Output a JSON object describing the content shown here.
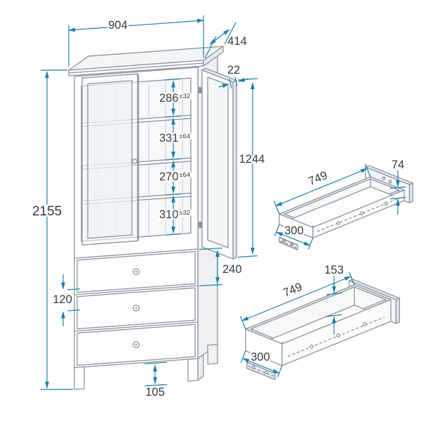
{
  "colors": {
    "dimension": "#1d7fae",
    "outline": "#8a949b",
    "text": "#323a40"
  },
  "drawing": {
    "cabinet": {
      "width": "904",
      "depth": "414",
      "door_thickness": "22",
      "door_height": "1244",
      "total_height": "2155",
      "shelf_gaps": [
        {
          "value": "286",
          "tolerance": "±32"
        },
        {
          "value": "331",
          "tolerance": "±64"
        },
        {
          "value": "270",
          "tolerance": "±64"
        },
        {
          "value": "310",
          "tolerance": "±32"
        }
      ],
      "drawer_front_height": "240",
      "bottom_rail_height": "120",
      "leg_height": "105"
    },
    "drawer_top": {
      "depth": "749",
      "width": "300",
      "height": "74"
    },
    "drawer_bottom": {
      "depth": "749",
      "width": "300",
      "height": "153"
    }
  }
}
